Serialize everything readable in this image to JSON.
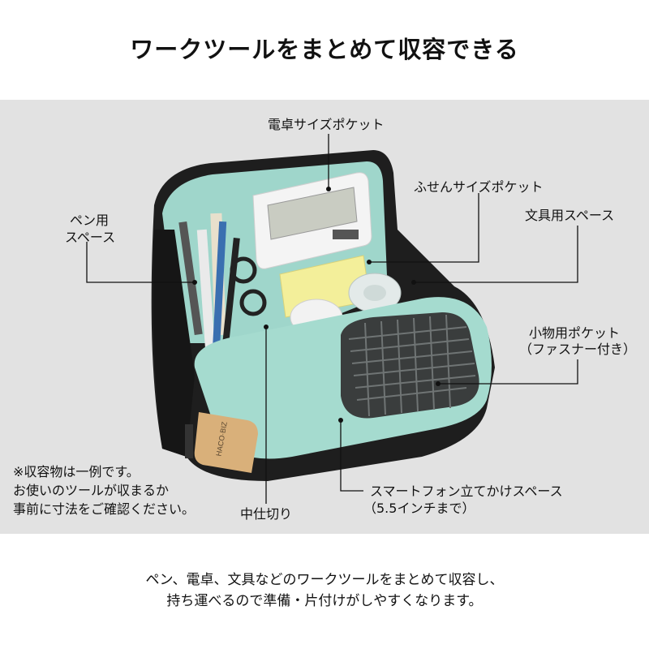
{
  "title": "ワークツールをまとめて収容できる",
  "labels": {
    "calculator_pocket": "電卓サイズポケット",
    "sticky_pocket": "ふせんサイズポケット",
    "pen_space_line1": "ペン用",
    "pen_space_line2": "スペース",
    "stationery_space": "文具用スペース",
    "small_pocket_line1": "小物用ポケット",
    "small_pocket_line2": "（ファスナー付き）",
    "divider": "中仕切り",
    "phone_stand_line1": "スマートフォン立てかけスペース",
    "phone_stand_line2": "（5.5インチまで）"
  },
  "note": {
    "line1": "※収容物は一例です。",
    "line2": "お使いのツールが収まるか",
    "line3": "事前に寸法をご確認ください。"
  },
  "caption": {
    "line1": "ペン、電卓、文具などのワークツールをまとめて収容し、",
    "line2": "持ち運べるので準備・片付けがしやすくなります。"
  },
  "tag_text": "HACO·BIZ",
  "colors": {
    "background": "#e2e2e2",
    "bag_black": "#1e1e1e",
    "lining_mint": "#9fd6cb",
    "leather_tag": "#d9b07a"
  }
}
